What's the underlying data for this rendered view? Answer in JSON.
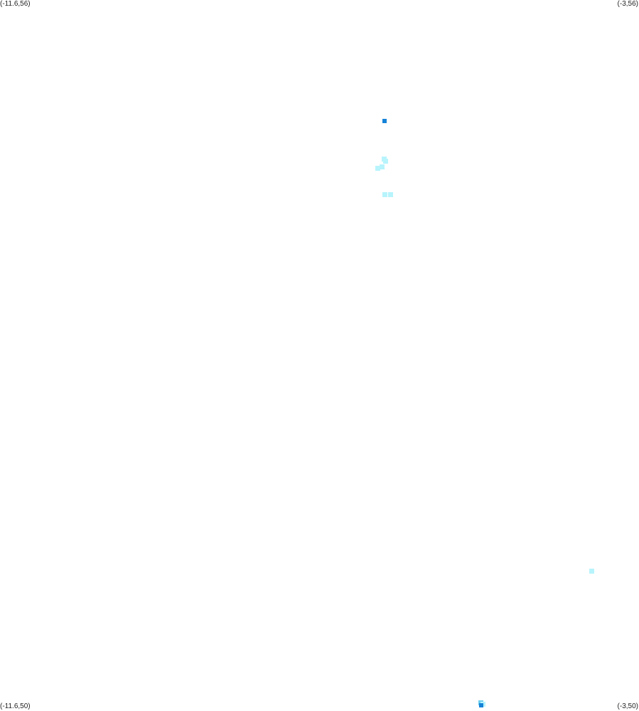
{
  "corners": {
    "top_left": "(-11.6,56)",
    "top_right": "(-3,56)",
    "bottom_left": "(-11.6,50)",
    "bottom_right": "(-3,50)"
  },
  "extent": {
    "lon_min": -11.6,
    "lon_max": -3,
    "lat_min": 50,
    "lat_max": 56
  },
  "colors": {
    "strong": "#1683d8",
    "light": "#b8f4fc",
    "medium": "#6fcfee"
  },
  "points": [
    {
      "lon": -6.42,
      "lat": 54.98,
      "tone": "strong"
    },
    {
      "lon": -6.43,
      "lat": 54.66,
      "tone": "light"
    },
    {
      "lon": -6.41,
      "lat": 54.64,
      "tone": "light"
    },
    {
      "lon": -6.52,
      "lat": 54.58,
      "tone": "light"
    },
    {
      "lon": -6.46,
      "lat": 54.59,
      "tone": "light"
    },
    {
      "lon": -6.42,
      "lat": 54.36,
      "tone": "light"
    },
    {
      "lon": -6.34,
      "lat": 54.36,
      "tone": "light"
    },
    {
      "lon": -3.64,
      "lat": 51.18,
      "tone": "light"
    },
    {
      "lon": -5.13,
      "lat": 50.07,
      "tone": "medium"
    },
    {
      "lon": -5.1,
      "lat": 50.06,
      "tone": "light"
    },
    {
      "lon": -5.12,
      "lat": 50.05,
      "tone": "strong"
    }
  ]
}
